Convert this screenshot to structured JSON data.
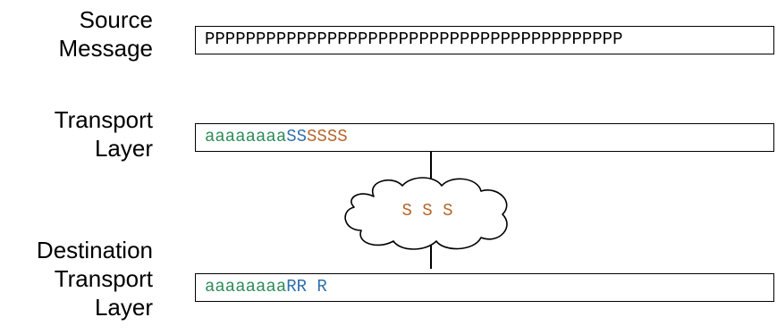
{
  "labels": {
    "source": [
      "Source",
      "Message"
    ],
    "transport": [
      "Transport",
      "Layer"
    ],
    "destination": [
      "Destination",
      "Transport",
      "Layer"
    ]
  },
  "source_box": {
    "segments": [
      {
        "text": "PPPPPPPPPPPPPPPPPPPPPPPPPPPPPPPPPPPPPPPPP",
        "color": "#000000"
      }
    ]
  },
  "transport_box": {
    "segments": [
      {
        "text": "aaaaaaaa",
        "color": "#2e8b57"
      },
      {
        "text": "SS",
        "color": "#2f6fb0"
      },
      {
        "text": "SSSS",
        "color": "#b5652a"
      }
    ]
  },
  "cloud": {
    "text": "S S S",
    "color": "#b5652a"
  },
  "destination_box": {
    "segments": [
      {
        "text": "aaaaaaaa",
        "color": "#2e8b57"
      },
      {
        "text": "RR R",
        "color": "#2f6fb0"
      }
    ]
  }
}
